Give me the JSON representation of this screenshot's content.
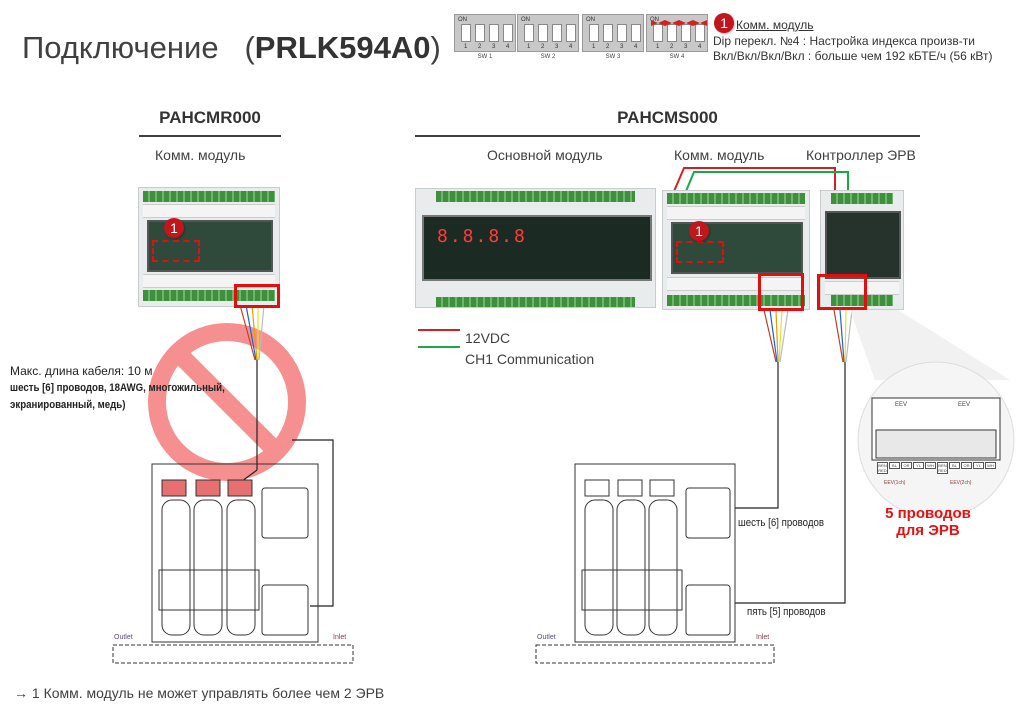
{
  "title": {
    "prefix": "Подключение",
    "model_open": "(",
    "model": "PRLK594A0",
    "model_close": ")"
  },
  "dip_switches": [
    {
      "label": "SW 1",
      "on_label": "ON",
      "positions": [
        "1",
        "2",
        "3",
        "4"
      ],
      "highlighted": false
    },
    {
      "label": "SW 2",
      "on_label": "ON",
      "positions": [
        "1",
        "2",
        "3",
        "4"
      ],
      "highlighted": false
    },
    {
      "label": "SW 3",
      "on_label": "ON",
      "positions": [
        "1",
        "2",
        "3",
        "4"
      ],
      "highlighted": false
    },
    {
      "label": "SW 4",
      "on_label": "ON",
      "positions": [
        "1",
        "2",
        "3",
        "4"
      ],
      "highlighted": true
    }
  ],
  "note": {
    "badge": "1",
    "title": "Комм. модуль",
    "line1": "Dip перекл. №4 : Настройка индекса произв-ти",
    "line2": "Вкл/Вкл/Вкл/Вкл : больше чем 192 кБТЕ/ч (56 кВт)"
  },
  "left_section": {
    "title": "PAHCMR000",
    "sub_label": "Комм. модуль",
    "badge": "1",
    "cable_max": "Макс. длина кабеля: 10 м",
    "cable_spec_line1": "шесть [6] проводов, 18AWG, многожильный,",
    "cable_spec_line2": "экранированный, медь)",
    "outlet": "Outlet",
    "inlet": "Inlet"
  },
  "right_section": {
    "title": "PAHCMS000",
    "sub_labels": [
      "Основной модуль",
      "Комм. модуль",
      "Контроллер ЭРВ"
    ],
    "badge": "1",
    "legend": [
      {
        "label": "12VDC",
        "color": "#d42020"
      },
      {
        "label": "CH1 Communication",
        "color": "#1aa84b"
      }
    ],
    "display_digits": "8.8.8.8",
    "six_wires": "шесть [6] проводов",
    "five_wires": "пять [5] проводов",
    "erv_wires_line1": "5 проводов",
    "erv_wires_line2": "для ЭРВ",
    "outlet": "Outlet",
    "inlet": "Inlet",
    "terminal_labels": [
      "BRN RED",
      "BL",
      "OR",
      "YL",
      "WH",
      "BRN RED",
      "BL",
      "OR",
      "YL",
      "WH"
    ],
    "eev_labels": [
      "EEV",
      "EEV"
    ],
    "eev_groups": [
      "EEV(1ch)",
      "EEV(2ch)"
    ]
  },
  "footer": "→ 1 Комм. модуль не может управлять более чем 2 ЭРВ",
  "colors": {
    "accent_red": "#e01010",
    "badge_red": "#c0161c",
    "wire_green": "#1aa84b",
    "prohibit_red": "#f36b6b"
  }
}
